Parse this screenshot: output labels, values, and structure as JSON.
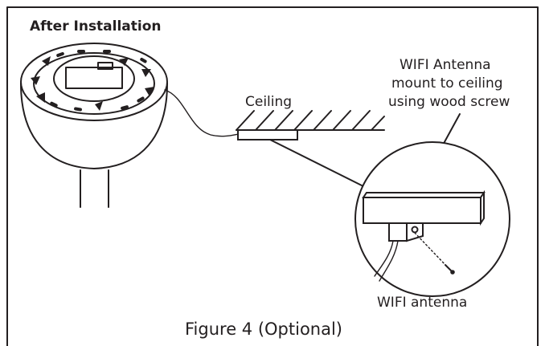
{
  "section_title": "After Installation",
  "ceiling_label": "Ceiling",
  "antenna_note": [
    "WIFI Antenna",
    "mount to ceiling",
    "using wood screw"
  ],
  "antenna_label": "WIFI antenna",
  "caption": "Figure 4 (Optional)",
  "colors": {
    "ink": "#231f20",
    "background": "#ffffff"
  }
}
